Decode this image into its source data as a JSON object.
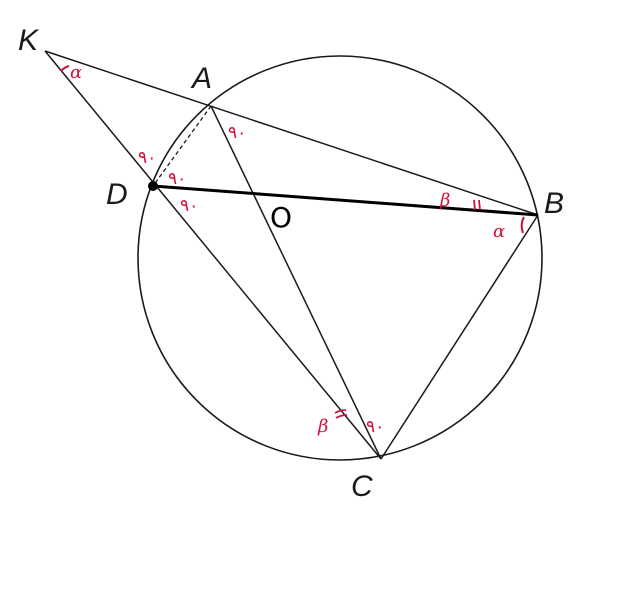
{
  "points": {
    "K": "K",
    "A": "A",
    "D": "D",
    "B": "B",
    "C": "C"
  },
  "angle_marks": {
    "alpha_k": "α",
    "alpha_b": "α",
    "beta_b": "β",
    "beta_c": "β",
    "ninety_a": "٩٠",
    "ninety_d_outer": "٩٠",
    "ninety_d_inner": "٩٠",
    "ninety_d_lower": "٩٠",
    "ninety_c": "٩٠",
    "center_o": "O"
  },
  "colors": {
    "lines": "#1a1a1a",
    "annotations": "#d0103a"
  }
}
